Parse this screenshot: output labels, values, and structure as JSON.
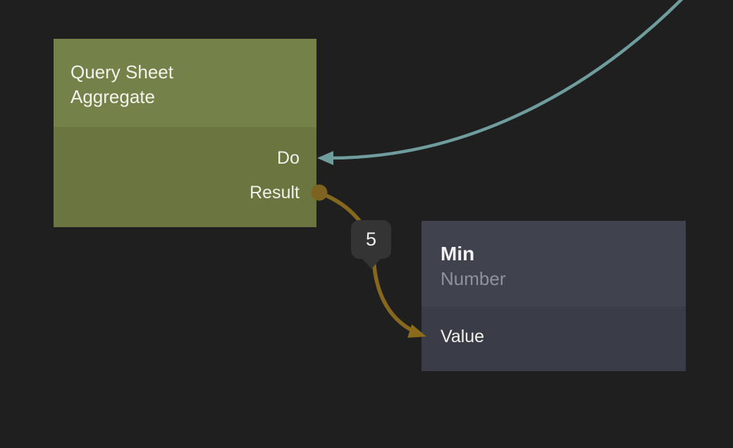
{
  "canvas": {
    "background_color": "#1f1f1f"
  },
  "nodes": [
    {
      "id": "query-sheet-aggregate",
      "title": "Query Sheet Aggregate",
      "header_color": "#748149",
      "body_color": "#6a7540",
      "ports": [
        {
          "name": "Do",
          "side": "right",
          "kind": "exec-input"
        },
        {
          "name": "Result",
          "side": "right",
          "kind": "data-output"
        }
      ]
    },
    {
      "id": "min",
      "title": "Min",
      "subtitle": "Number",
      "header_color": "#40434e",
      "body_color": "#3a3d47",
      "ports": [
        {
          "name": "Value",
          "side": "left",
          "kind": "data-input"
        }
      ]
    }
  ],
  "wires": [
    {
      "id": "exec-wire",
      "color": "#6f9c9d",
      "from": "offscreen-top-right",
      "to": "Query Sheet Aggregate.Do"
    },
    {
      "id": "data-wire",
      "color": "#85671d",
      "port_color": "#7d6220",
      "arrow_color": "#8a6b1c",
      "from": "Query Sheet Aggregate.Result",
      "to": "Min.Value",
      "value_label": "5"
    }
  ],
  "value_badge": {
    "text": "5",
    "background_color": "#343434",
    "text_color": "#f0f0f0"
  }
}
